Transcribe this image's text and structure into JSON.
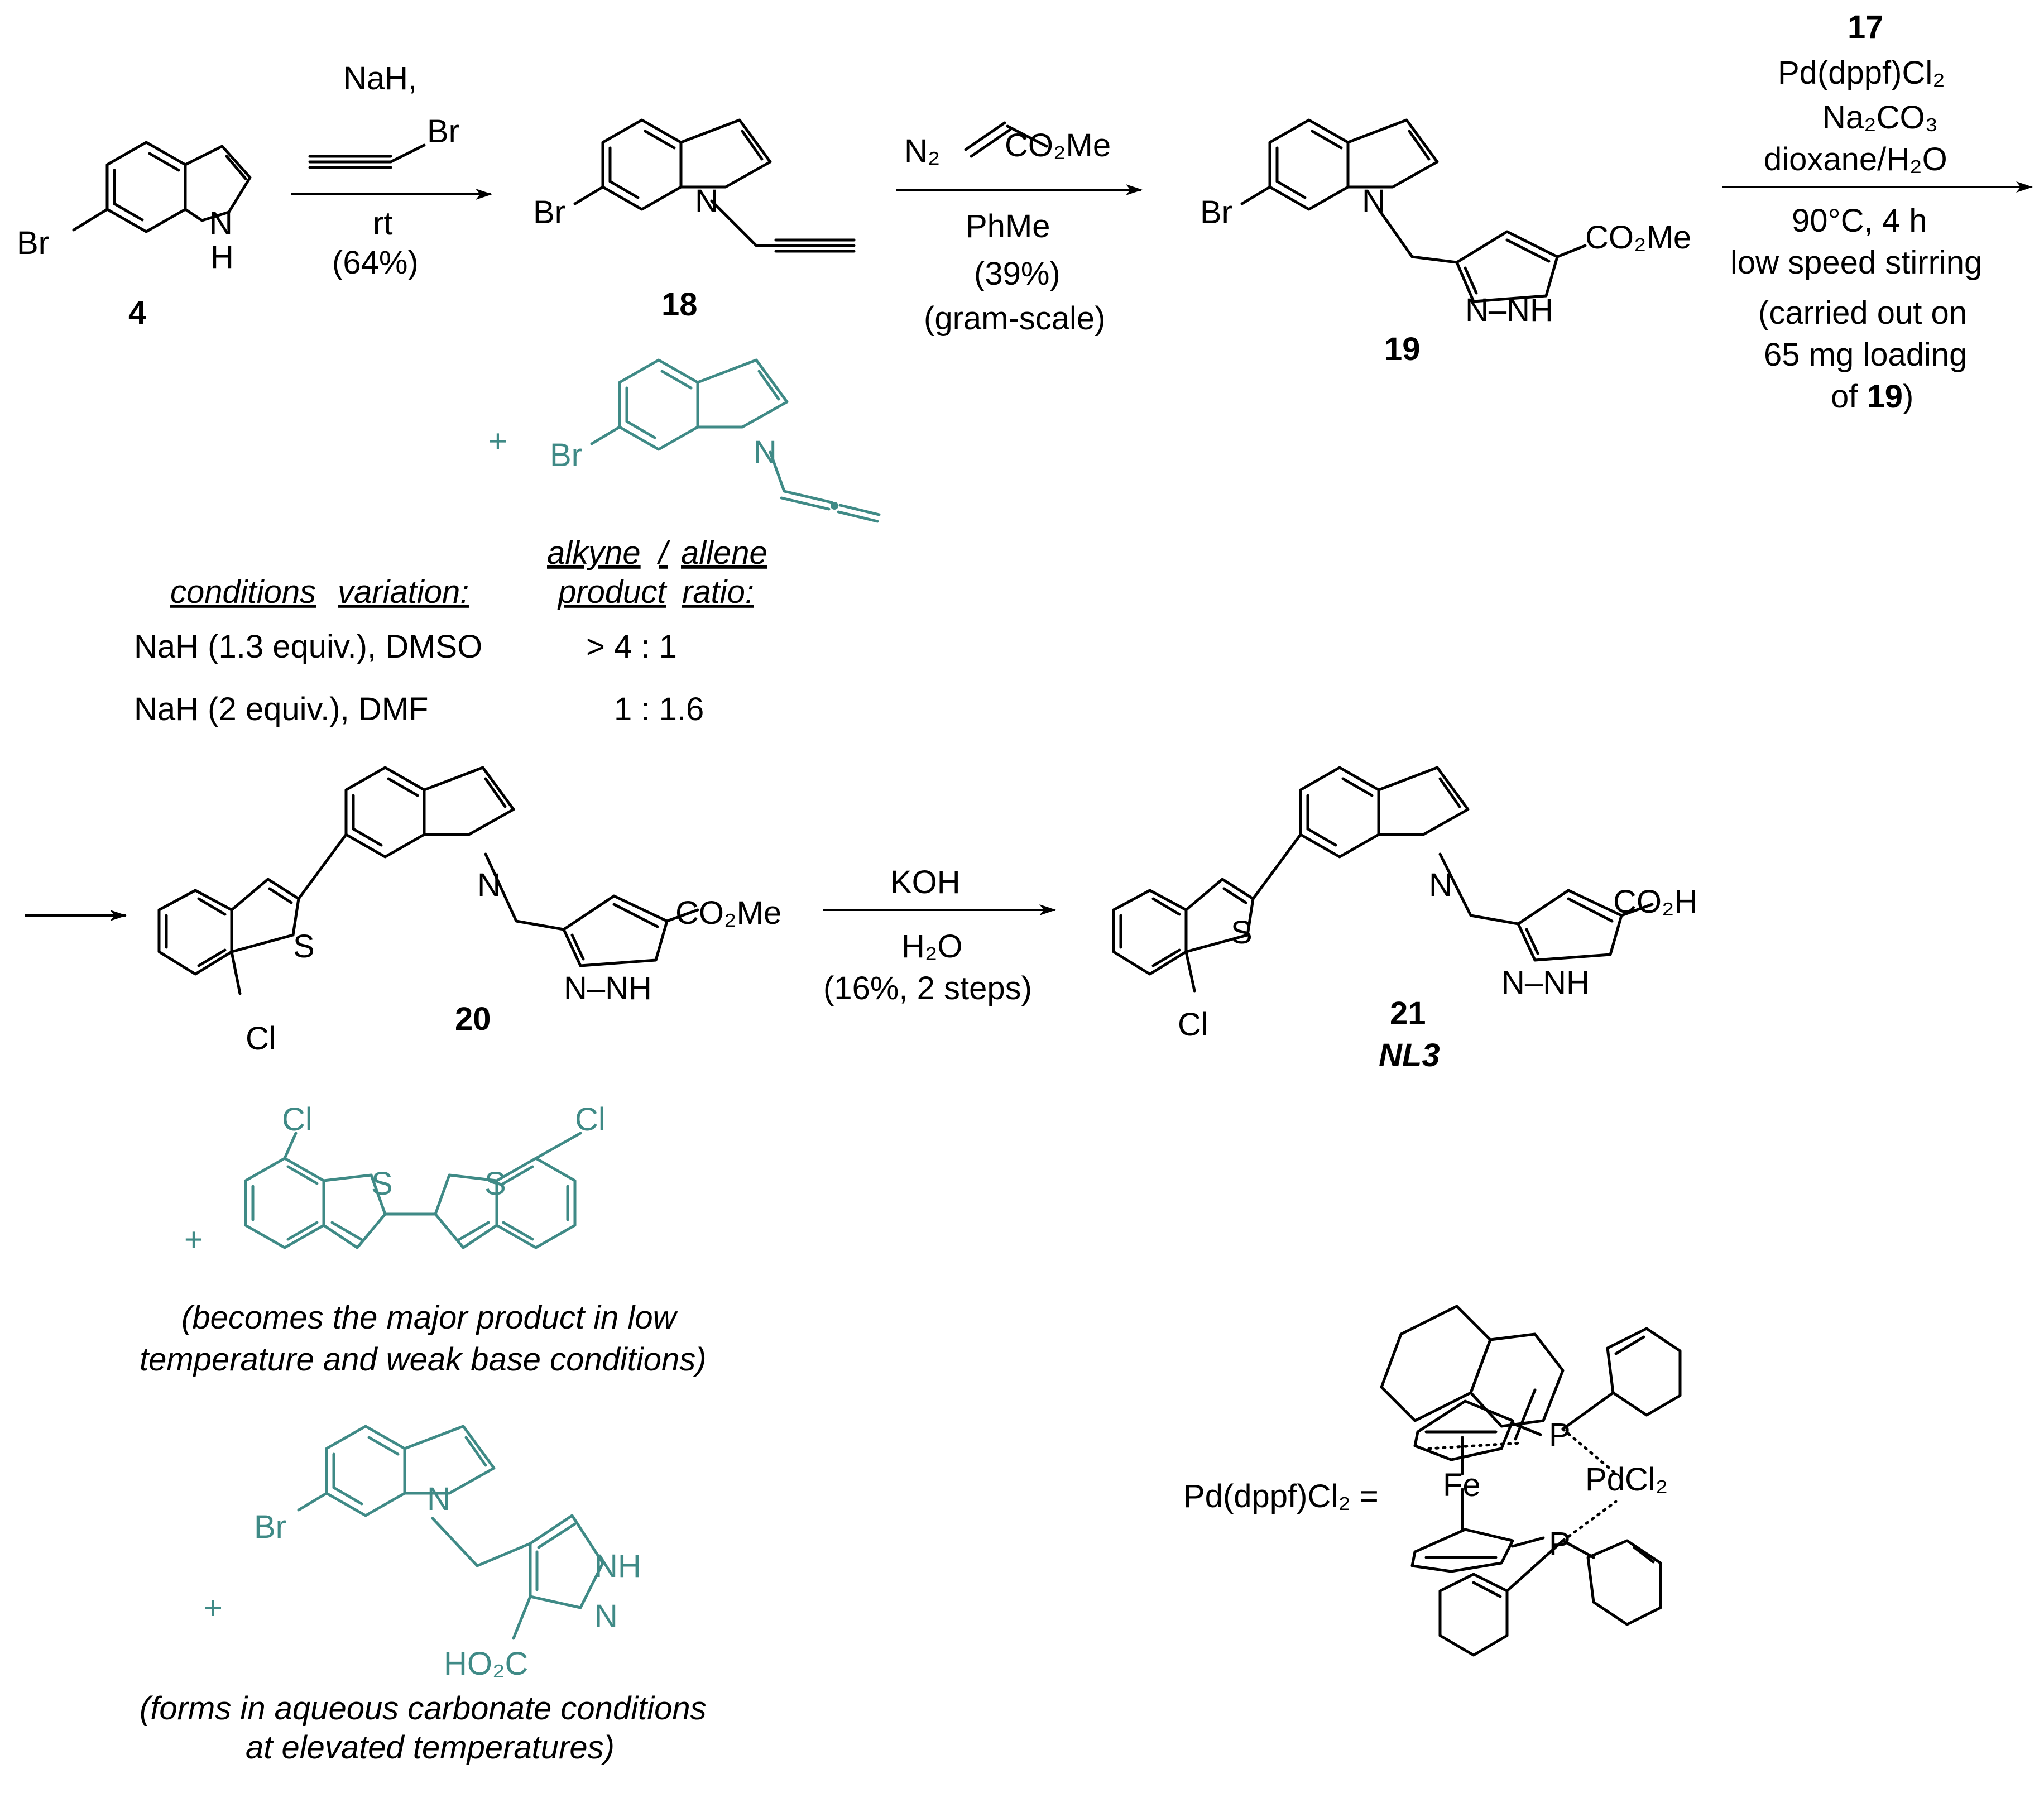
{
  "compounds": {
    "c4": {
      "label": "4"
    },
    "c18": {
      "label": "18"
    },
    "c19": {
      "label": "19"
    },
    "c20": {
      "label": "20"
    },
    "c21": {
      "label": "21",
      "name": "NL3"
    }
  },
  "atoms": {
    "br": "Br",
    "h": "H",
    "n": "N",
    "nh": "N–NH",
    "s": "S",
    "cl": "Cl",
    "co2me": "CO₂Me",
    "co2h": "CO₂H",
    "n2": "N₂",
    "nh_small": "NH",
    "ho2c": "HO₂C",
    "fe": "Fe",
    "p": "P",
    "pdcl2": "PdCl₂"
  },
  "step1": {
    "reagent": "NaH,",
    "temp": "rt",
    "yield": "(64%)"
  },
  "step2": {
    "reagent": "PhMe",
    "yield": "(39%)",
    "scale": "(gram-scale)"
  },
  "step3": {
    "reagent1": "17",
    "reagent2": "Pd(dppf)Cl₂",
    "reagent3": "Na₂CO₃",
    "reagent4": "dioxane/H₂O",
    "cond1": "90°C, 4 h",
    "cond2": "low speed stirring",
    "note1": "(carried out on",
    "note2": "65 mg loading",
    "note3_pre": "of",
    "note3_num": "19",
    "note3_post": ")"
  },
  "step4": {
    "reagent": "KOH",
    "solvent": "H₂O",
    "yield": "(16%, 2 steps)"
  },
  "plus": "+",
  "conditions_table": {
    "header_left_1": "conditions",
    "header_left_2": "variation:",
    "header_right_top_1": "alkyne",
    "header_right_top_sep": "/",
    "header_right_top_2": "allene",
    "header_right_bot_1": "product",
    "header_right_bot_2": "ratio:",
    "rows": [
      {
        "condition": "NaH (1.3 equiv.), DMSO",
        "ratio": "> 4 : 1"
      },
      {
        "condition": "NaH (2 equiv.), DMF",
        "ratio": "1 : 1.6"
      }
    ]
  },
  "byproduct_notes": {
    "dimer_1": "(becomes the major product in low",
    "dimer_2": "temperature and weak base conditions)",
    "pyrazole_1": "(forms in aqueous carbonate conditions",
    "pyrazole_2": "at elevated temperatures)"
  },
  "catalyst_label": "Pd(dppf)Cl₂ =",
  "colors": {
    "byproduct": "#3f8a86",
    "main": "#000000"
  }
}
